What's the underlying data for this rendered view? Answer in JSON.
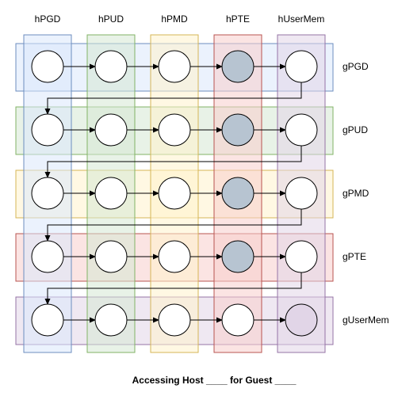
{
  "columns": [
    {
      "label": "hPGD",
      "fill": "#dae8fc",
      "stroke": "#6c8ebf"
    },
    {
      "label": "hPUD",
      "fill": "#d5e8d4",
      "stroke": "#82b366"
    },
    {
      "label": "hPMD",
      "fill": "#fff2cc",
      "stroke": "#d6b656"
    },
    {
      "label": "hPTE",
      "fill": "#f8cecc",
      "stroke": "#b85450"
    },
    {
      "label": "hUserMem",
      "fill": "#e1d5e7",
      "stroke": "#9673a6"
    }
  ],
  "rows": [
    {
      "label": "gPGD",
      "fill": "#dae8fc",
      "stroke": "#6c8ebf"
    },
    {
      "label": "gPUD",
      "fill": "#d5e8d4",
      "stroke": "#82b366"
    },
    {
      "label": "gPMD",
      "fill": "#fff2cc",
      "stroke": "#d6b656"
    },
    {
      "label": "gPTE",
      "fill": "#f8cecc",
      "stroke": "#b85450"
    },
    {
      "label": "gUserMem",
      "fill": "#e1d5e7",
      "stroke": "#9673a6"
    }
  ],
  "node_colors": {
    "default": "#ffffff",
    "host_pte": "#b7c4d1",
    "final": "#e1d5e7"
  },
  "caption": "Accessing Host ____ for Guest ____"
}
